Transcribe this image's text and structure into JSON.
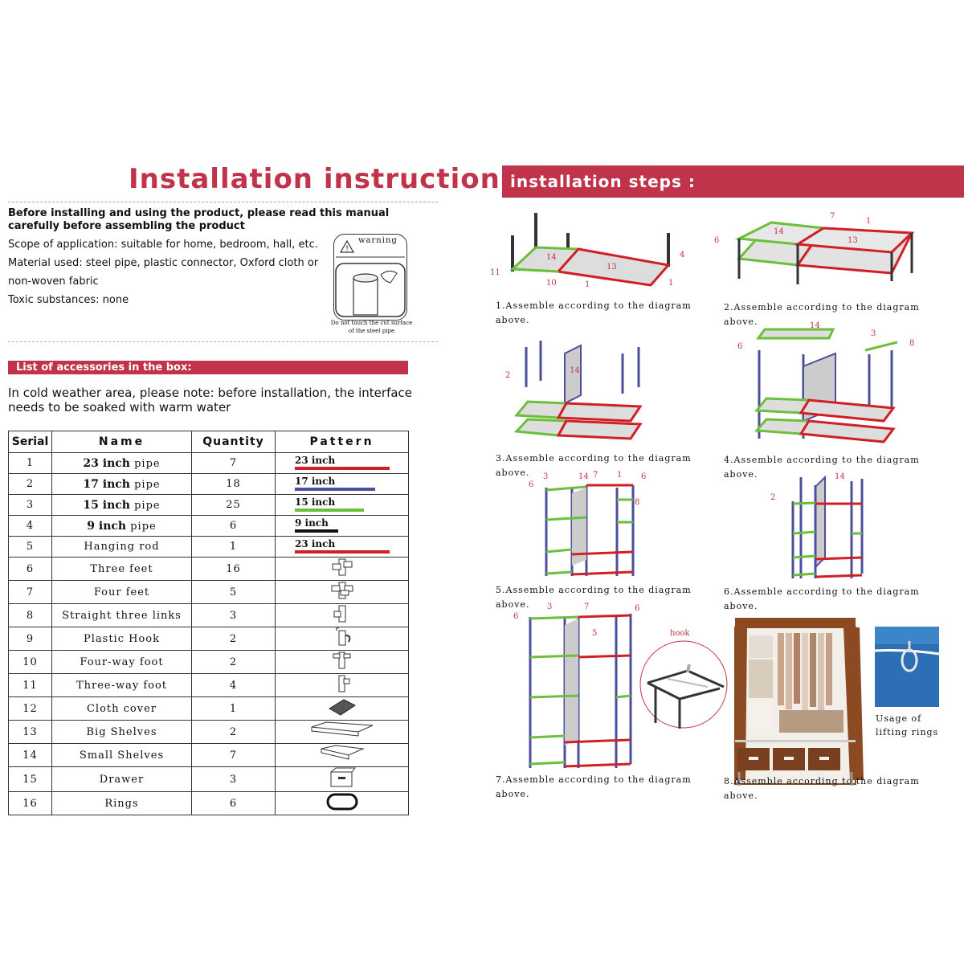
{
  "left": {
    "title": "Installation instruction",
    "intro_bold": "Before installing and using the product, please read this manual carefully before assembling the product",
    "scope": "Scope of application: suitable for home, bedroom, hall, etc.",
    "material_1": "Material used: steel pipe, plastic connector, Oxford cloth or",
    "material_2": "non-woven fabric",
    "toxic": "Toxic substances: none",
    "warning_label": "warning",
    "warning_caption_1": "Do not touch the cut surface",
    "warning_caption_2": "of the steel pipe",
    "accessories_title": "List of accessories in the box:",
    "cold_note": "In cold weather area, please note: before installation, the interface needs to be soaked with warm water"
  },
  "table": {
    "headers": [
      "Serial",
      "Name",
      "Quantity",
      "Pattern"
    ],
    "rows": [
      {
        "serial": "1",
        "name_strong": "23  inch",
        "name": " pipe",
        "qty": "7",
        "pattern": "23  inch",
        "color": "#d11f26"
      },
      {
        "serial": "2",
        "name_strong": "17  inch",
        "name": " pipe",
        "qty": "18",
        "pattern": "17  inch",
        "color": "#4b4f9c"
      },
      {
        "serial": "3",
        "name_strong": "15 inch",
        "name": " pipe",
        "qty": "25",
        "pattern": "15 inch",
        "color": "#6cbf3b"
      },
      {
        "serial": "4",
        "name_strong": "9 inch",
        "name": " pipe",
        "qty": "6",
        "pattern": "9 inch",
        "color": "#111111"
      },
      {
        "serial": "5",
        "name_strong": "",
        "name": "Hanging rod",
        "qty": "1",
        "pattern": "23  inch",
        "color": "#d11f26"
      },
      {
        "serial": "6",
        "name_strong": "",
        "name": "Three feet",
        "qty": "16",
        "icon": "three-feet-icon"
      },
      {
        "serial": "7",
        "name_strong": "",
        "name": "Four feet",
        "qty": "5",
        "icon": "four-feet-icon"
      },
      {
        "serial": "8",
        "name_strong": "",
        "name": "Straight three links",
        "qty": "3",
        "icon": "three-links-icon"
      },
      {
        "serial": "9",
        "name_strong": "",
        "name": "Plastic Hook",
        "qty": "2",
        "icon": "hook-icon"
      },
      {
        "serial": "10",
        "name_strong": "",
        "name": "Four-way foot",
        "qty": "2",
        "icon": "four-way-foot-icon"
      },
      {
        "serial": "11",
        "name_strong": "",
        "name": "Three-way foot",
        "qty": "4",
        "icon": "three-way-foot-icon"
      },
      {
        "serial": "12",
        "name_strong": "",
        "name": "Cloth cover",
        "qty": "1",
        "icon": "cloth-cover-icon"
      },
      {
        "serial": "13",
        "name_strong": "",
        "name": "Big Shelves",
        "qty": "2",
        "icon": "big-shelf-icon"
      },
      {
        "serial": "14",
        "name_strong": "",
        "name": "Small Shelves",
        "qty": "7",
        "icon": "small-shelf-icon"
      },
      {
        "serial": "15",
        "name_strong": "",
        "name": "Drawer",
        "qty": "3",
        "icon": "drawer-icon"
      },
      {
        "serial": "16",
        "name_strong": "",
        "name": "Rings",
        "qty": "6",
        "icon": "ring-icon"
      }
    ]
  },
  "right": {
    "title": "installation steps :",
    "steps": [
      {
        "cap1": "1.Assemble according to the diagram",
        "cap2": "above."
      },
      {
        "cap1": "2.Assemble according to the diagram",
        "cap2": "above."
      },
      {
        "cap1": "3.Assemble according to the diagram",
        "cap2": "above."
      },
      {
        "cap1": "4.Assemble according to the diagram",
        "cap2": "above."
      },
      {
        "cap1": "5.Assemble according to the diagram",
        "cap2": "above."
      },
      {
        "cap1": "6.Assemble according to the diagram",
        "cap2": "above."
      },
      {
        "cap1": "7.Assemble according to the diagram",
        "cap2": "above."
      },
      {
        "cap1": "8.Assemble according to the diagram",
        "cap2": "above."
      }
    ],
    "hook_label": "hook",
    "rings_label_1": "Usage of",
    "rings_label_2": "lifting rings"
  },
  "colors": {
    "accent": "#c0334a",
    "red_pipe": "#d11f26",
    "blue_pipe": "#4b4f9c",
    "green_pipe": "#6cbf3b",
    "black_pipe": "#111111"
  }
}
